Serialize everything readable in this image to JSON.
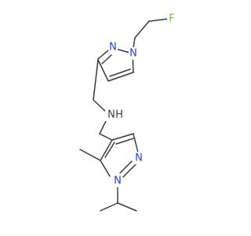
{
  "molecule": {
    "atoms": {
      "fluorine": {
        "symbol": "F",
        "color": "#7fba4a"
      },
      "n_top_ring_a": {
        "symbol": "N",
        "color": "#2c3ed6"
      },
      "n_top_ring_b": {
        "symbol": "N",
        "color": "#2c3ed6"
      },
      "n_amine": {
        "symbol": "N",
        "color": "#3a3a3a"
      },
      "h_amine": {
        "symbol": "H",
        "color": "#3a3a3a"
      },
      "n_bottom_ring_a": {
        "symbol": "N",
        "color": "#2c3ed6"
      },
      "n_bottom_ring_b": {
        "symbol": "N",
        "color": "#2c3ed6"
      }
    },
    "bond_color": "#3a3a3a"
  }
}
